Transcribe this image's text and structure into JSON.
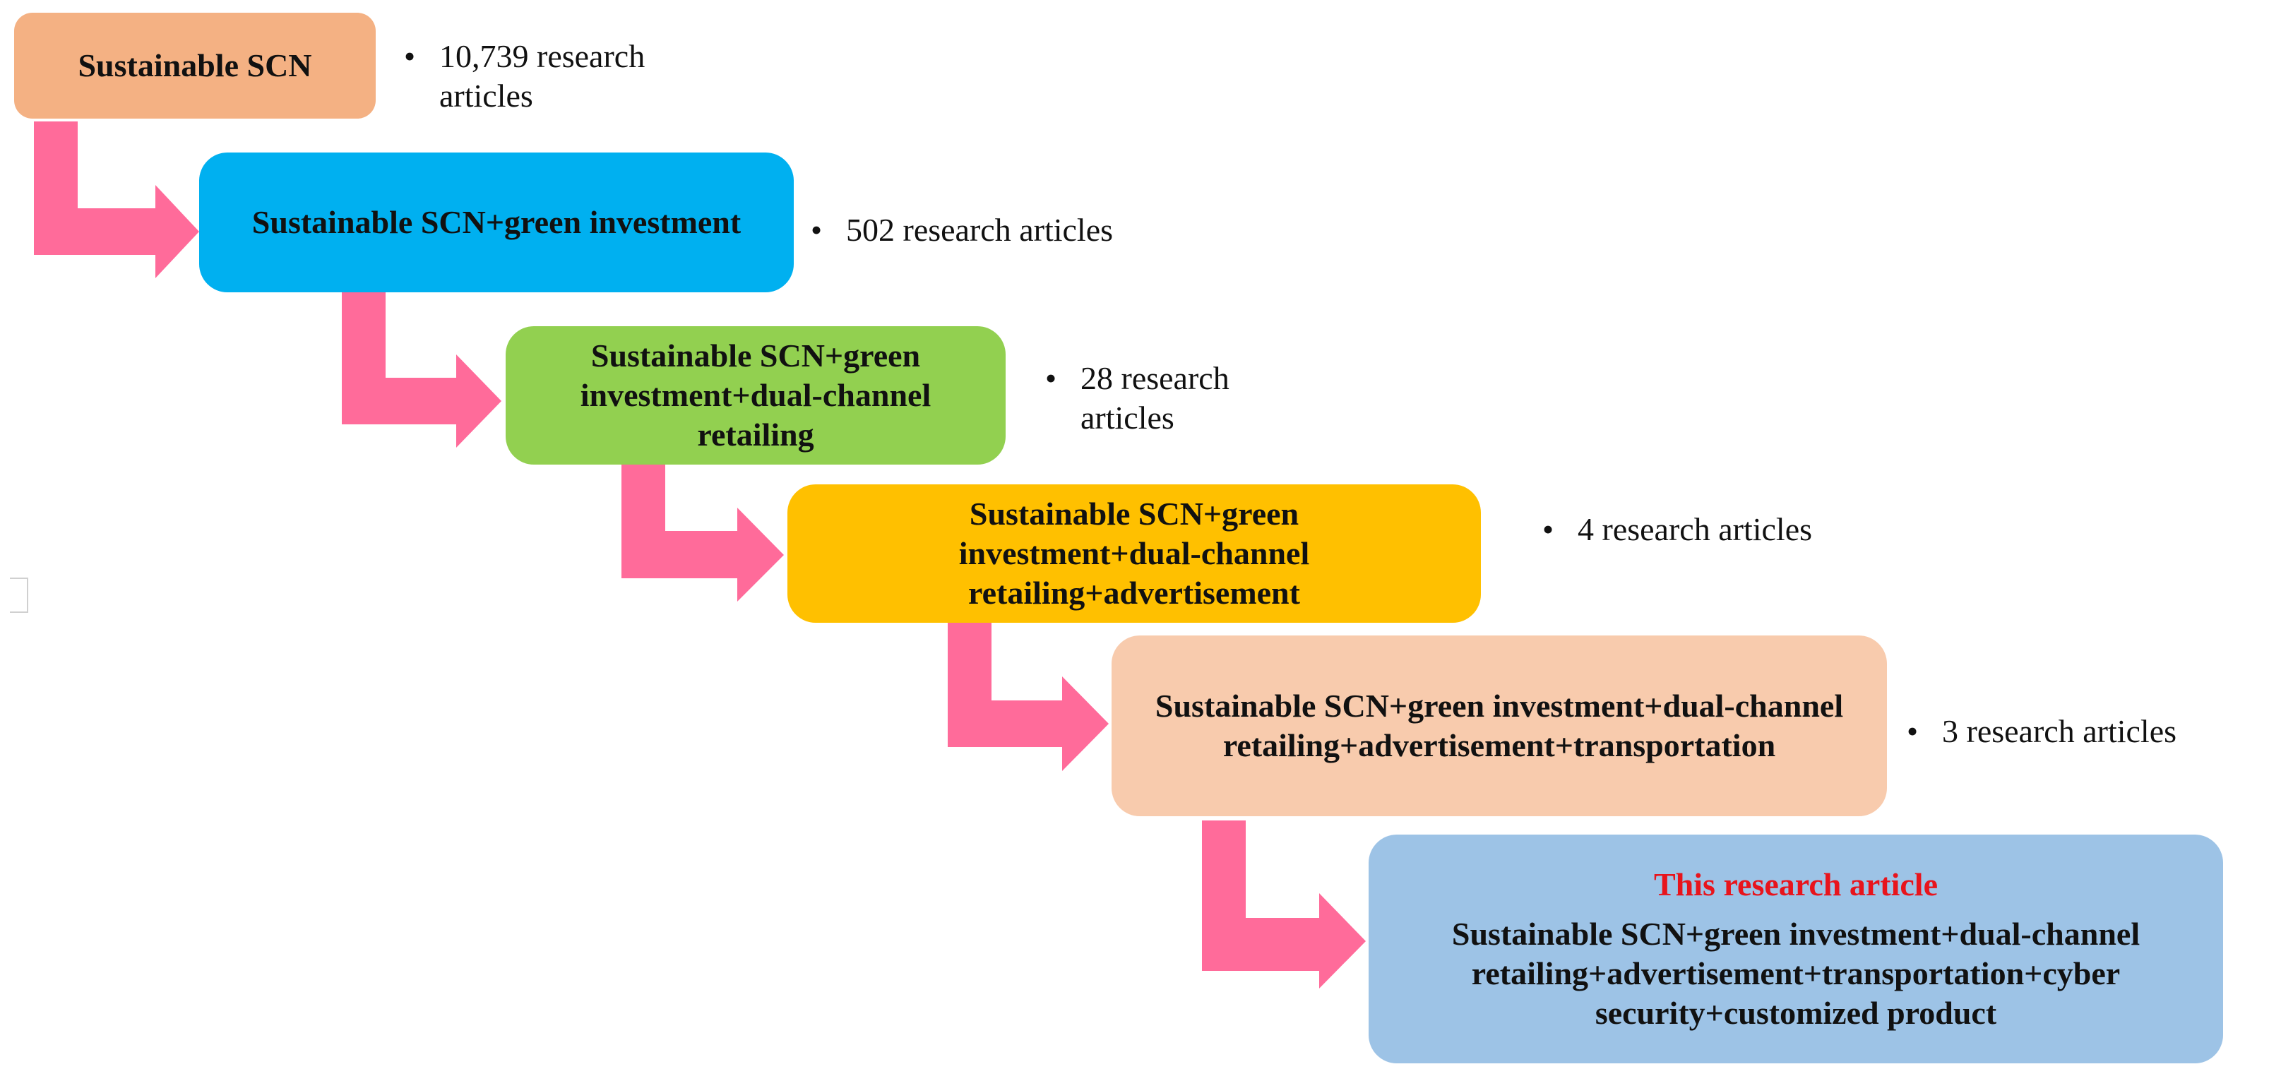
{
  "colors": {
    "arrow": "#ff6b9a",
    "box1": "#f4b183",
    "box2": "#00b0f0",
    "box3": "#92d050",
    "box4": "#ffc000",
    "box5": "#f8cbad",
    "box6": "#9dc3e6",
    "highlight_text": "#e8141c"
  },
  "stages": [
    {
      "label": "Sustainable SCN",
      "count_text": "10,739 research articles"
    },
    {
      "label": "Sustainable SCN+green investment",
      "count_text": "502 research articles"
    },
    {
      "label": "Sustainable SCN+green investment+dual-channel retailing",
      "count_text": "28 research articles"
    },
    {
      "label": "Sustainable SCN+green investment+dual-channel retailing+advertisement",
      "count_text": "4 research articles"
    },
    {
      "label": "Sustainable SCN+green investment+dual-channel retailing+advertisement+transportation",
      "count_text": "3 research articles"
    },
    {
      "highlight": "This research article",
      "label": "Sustainable SCN+green investment+dual-channel retailing+advertisement+transportation+cyber security+customized product"
    }
  ]
}
